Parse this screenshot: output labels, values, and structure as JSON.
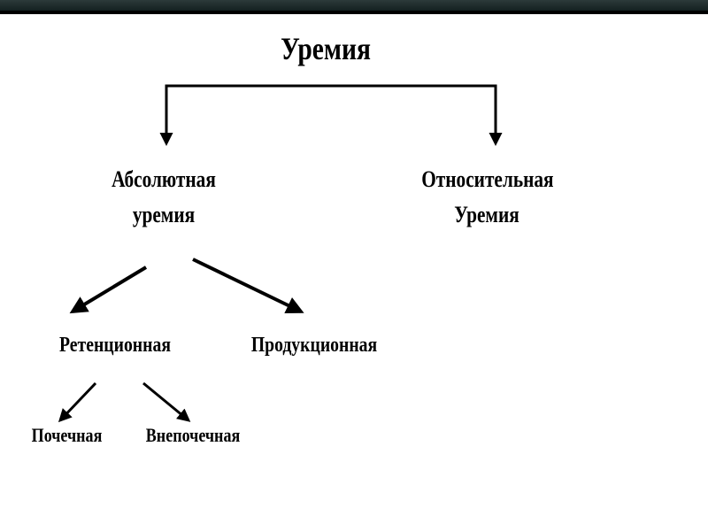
{
  "diagram": {
    "root": "Уремия",
    "absolute": {
      "line1": "Абсолютная",
      "line2": "уремия"
    },
    "relative": {
      "line1": "Относительная",
      "line2": "Уремия"
    },
    "retention": "Ретенционная",
    "production": "Продукционная",
    "renal": "Почечная",
    "extrarenal": "Внепочечная"
  },
  "colors": {
    "header_band": "#1c2a2a",
    "line": "#000000",
    "text": "#000000",
    "background": "#ffffff"
  }
}
